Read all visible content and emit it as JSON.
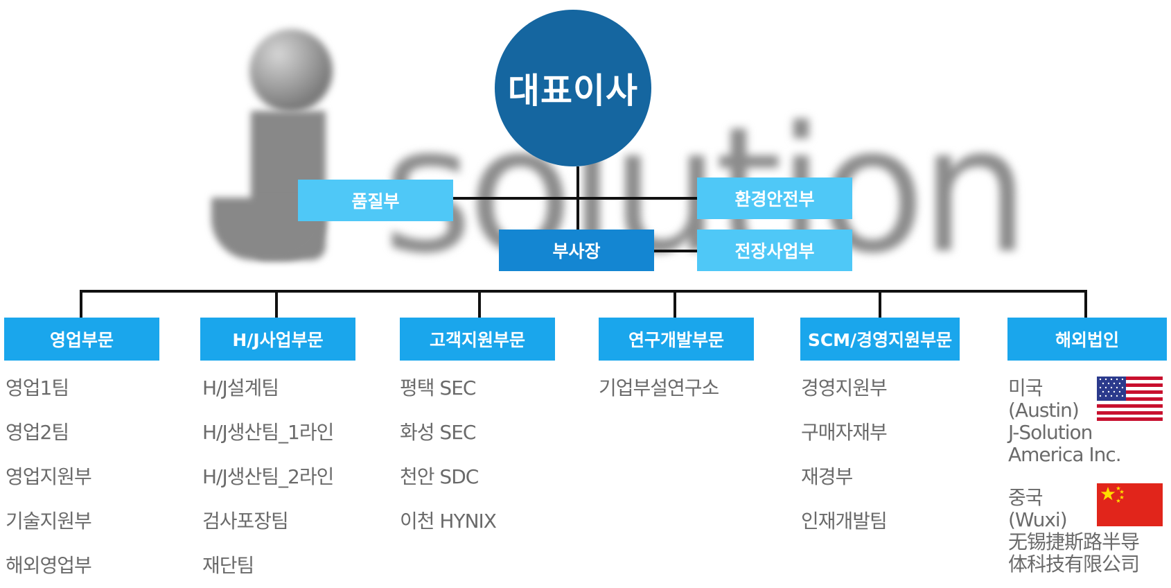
{
  "watermark": {
    "logo_text": "J-solution"
  },
  "org": {
    "ceo": "대표이사",
    "quality": "품질부",
    "environment_safety": "환경안전부",
    "vice_president": "부사장",
    "electrical_business": "전장사업부"
  },
  "divisions": [
    {
      "title": "영업부문",
      "items": [
        "영업1팀",
        "영업2팀",
        "영업지원부",
        "기술지원부",
        "해외영업부"
      ]
    },
    {
      "title": "H/J사업부문",
      "items": [
        "H/J설계팀",
        "H/J생산팀_1라인",
        "H/J생산팀_2라인",
        "검사포장팀",
        "재단팀"
      ]
    },
    {
      "title": "고객지원부문",
      "items": [
        "평택 SEC",
        "화성 SEC",
        "천안 SDC",
        "이천 HYNIX"
      ]
    },
    {
      "title": "연구개발부문",
      "items": [
        "기업부설연구소"
      ]
    },
    {
      "title": "SCM/경영지원부문",
      "items": [
        "경영지원부",
        "구매자재부",
        "재경부",
        "인재개발팀"
      ]
    },
    {
      "title": "해외법인",
      "items": []
    }
  ],
  "overseas": [
    {
      "country": "미국",
      "city": "(Austin)",
      "name_line1": "J-Solution",
      "name_line2": "America Inc.",
      "flag": "us-flag-icon"
    },
    {
      "country": "중국",
      "city": "(Wuxi)",
      "name_line1": "无锡捷斯路半导",
      "name_line2": "体科技有限公司",
      "flag": "china-flag-icon"
    }
  ],
  "colors": {
    "ceo": "#1566a0",
    "light_box": "#4fc8f7",
    "vp_box": "#1486d2",
    "division_box": "#1aa6ec",
    "list_text": "#6a6a6a"
  }
}
